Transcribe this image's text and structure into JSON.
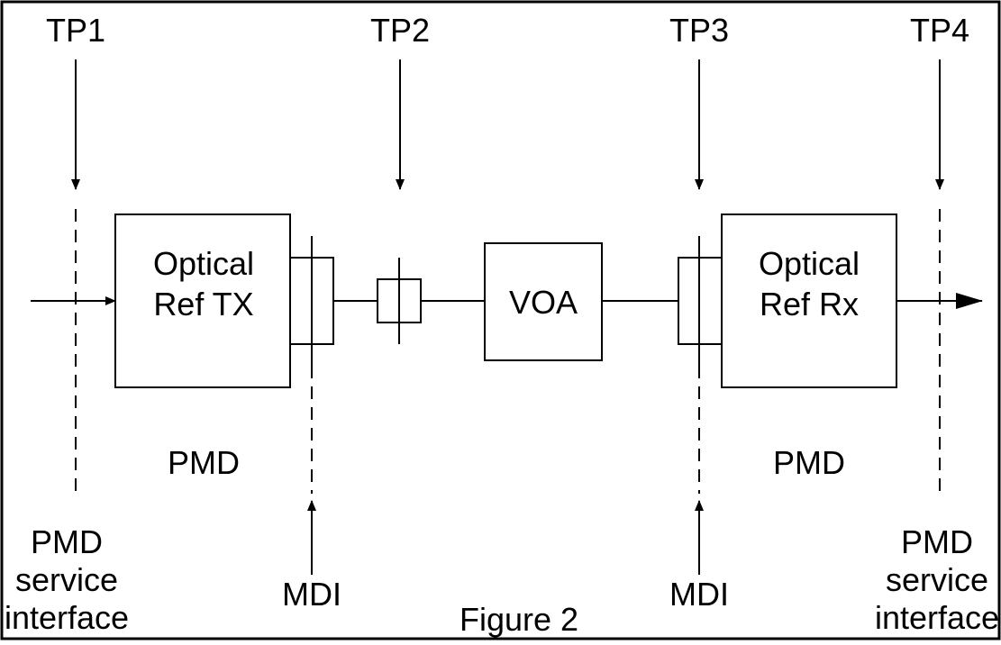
{
  "test_points": {
    "tp1": "TP1",
    "tp2": "TP2",
    "tp3": "TP3",
    "tp4": "TP4"
  },
  "blocks": {
    "tx": {
      "line1": "Optical",
      "line2": "Ref TX"
    },
    "voa": "VOA",
    "rx": {
      "line1": "Optical",
      "line2": "Ref Rx"
    }
  },
  "labels": {
    "pmd_left": "PMD",
    "pmd_right": "PMD",
    "mdi_left": "MDI",
    "mdi_right": "MDI",
    "service_left": [
      "PMD",
      "service",
      "interface"
    ],
    "service_right": [
      "PMD",
      "service",
      "interface"
    ]
  },
  "caption": "Figure 2"
}
